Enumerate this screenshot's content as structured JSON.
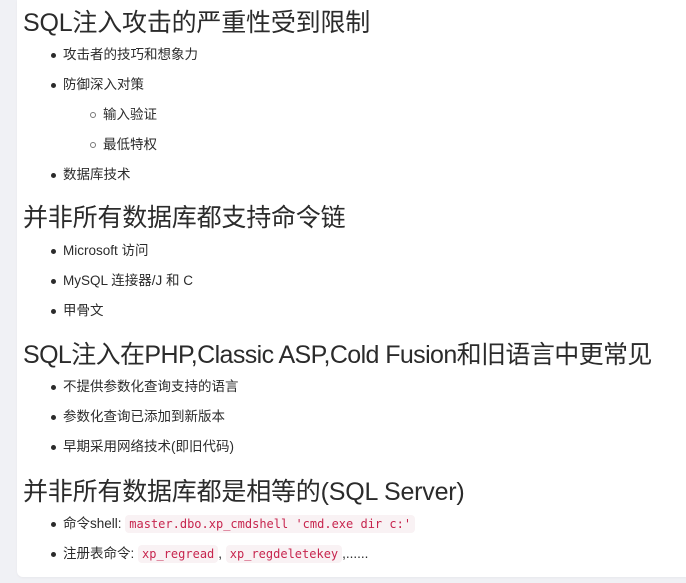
{
  "colors": {
    "page_background": "#f0f1f5",
    "card_background": "#ffffff",
    "text": "#2b2b2b",
    "code_text": "#c7254e",
    "code_background": "#f9f2f4"
  },
  "sections": [
    {
      "heading": "SQL注入攻击的严重性受到限制",
      "items": [
        {
          "text": "攻击者的技巧和想象力"
        },
        {
          "text": "防御深入对策",
          "children": [
            {
              "text": "输入验证"
            },
            {
              "text": "最低特权"
            }
          ]
        },
        {
          "text": "数据库技术"
        }
      ]
    },
    {
      "heading": "并非所有数据库都支持命令链",
      "items": [
        {
          "text": "Microsoft 访问"
        },
        {
          "text": "MySQL 连接器/J 和 C"
        },
        {
          "text": "甲骨文"
        }
      ]
    },
    {
      "heading": "SQL注入在PHP,Classic ASP,Cold Fusion和旧语言中更常见",
      "items": [
        {
          "text": "不提供参数化查询支持的语言"
        },
        {
          "text": "参数化查询已添加到新版本"
        },
        {
          "text": "早期采用网络技术(即旧代码)"
        }
      ]
    },
    {
      "heading": "并非所有数据库都是相等的(SQL Server)",
      "items": [
        {
          "label": "命令shell: ",
          "code": [
            "master.dbo.xp_cmdshell 'cmd.exe dir c:'"
          ]
        },
        {
          "label": "注册表命令: ",
          "code": [
            "xp_regread",
            "xp_regdeletekey"
          ],
          "separator": ", ",
          "suffix": ",......"
        }
      ]
    }
  ]
}
